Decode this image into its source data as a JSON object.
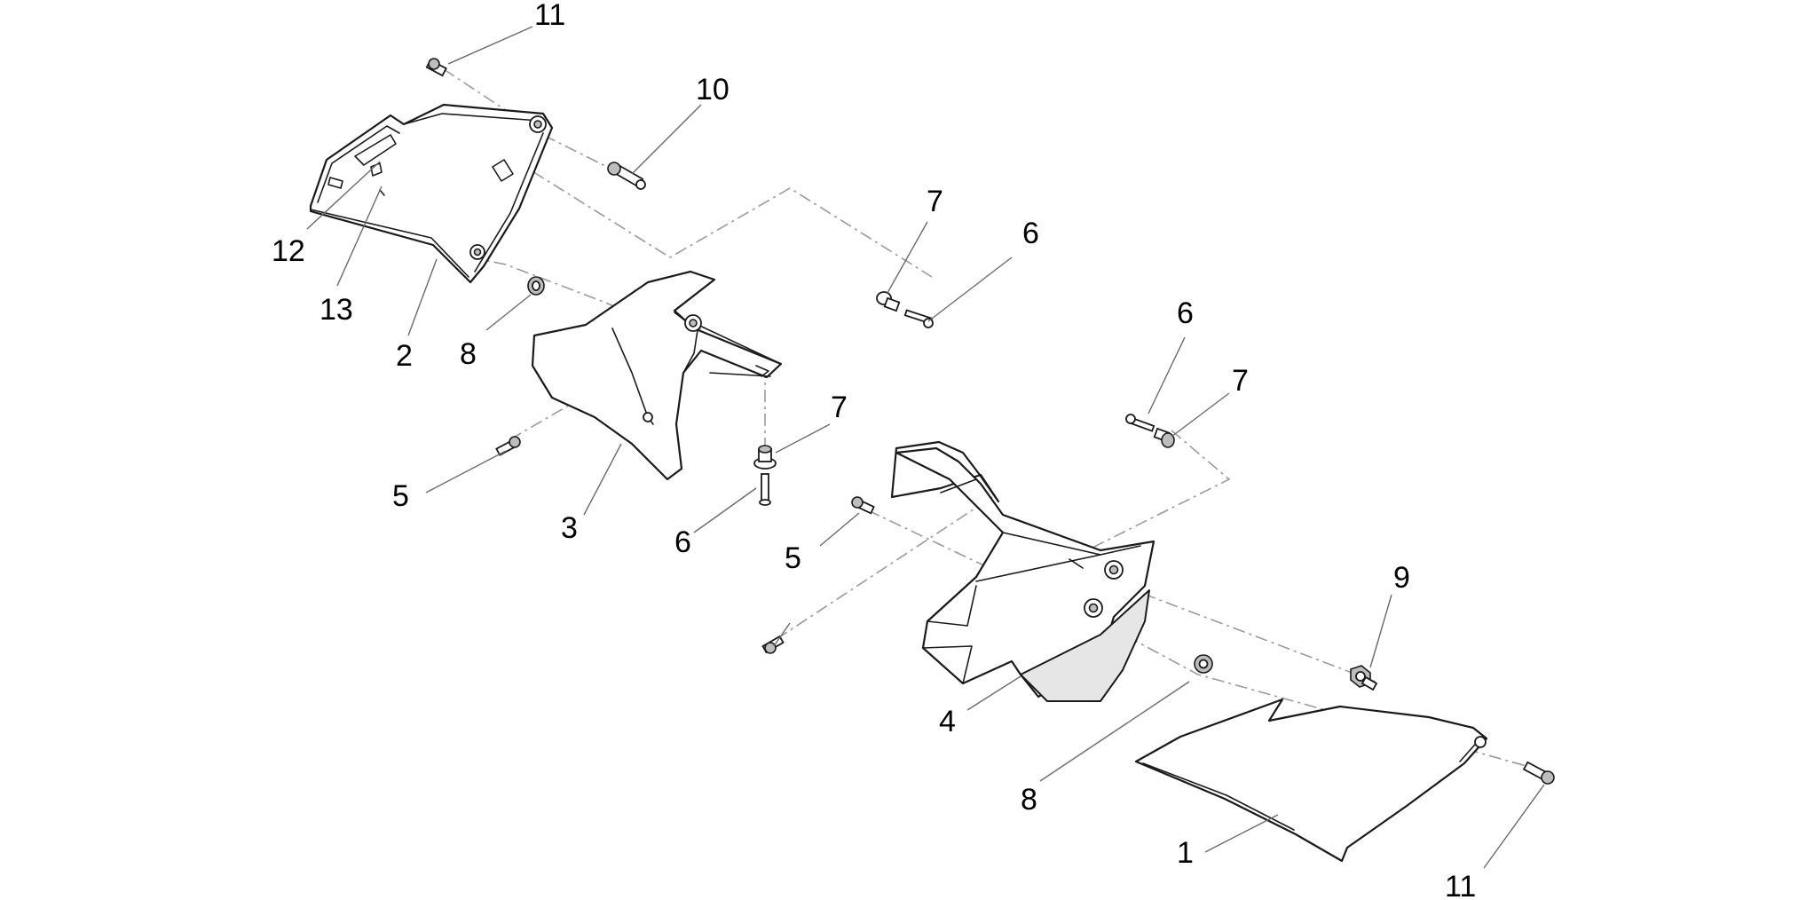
{
  "callouts": [
    {
      "id": "11a",
      "label": "11"
    },
    {
      "id": "10",
      "label": "10"
    },
    {
      "id": "7a",
      "label": "7"
    },
    {
      "id": "6a",
      "label": "6"
    },
    {
      "id": "12",
      "label": "12"
    },
    {
      "id": "13",
      "label": "13"
    },
    {
      "id": "2",
      "label": "2"
    },
    {
      "id": "8a",
      "label": "8"
    },
    {
      "id": "6b",
      "label": "6"
    },
    {
      "id": "7b",
      "label": "7"
    },
    {
      "id": "7c",
      "label": "7"
    },
    {
      "id": "5a",
      "label": "5"
    },
    {
      "id": "3",
      "label": "3"
    },
    {
      "id": "6c",
      "label": "6"
    },
    {
      "id": "5b",
      "label": "5"
    },
    {
      "id": "9",
      "label": "9"
    },
    {
      "id": "4",
      "label": "4"
    },
    {
      "id": "8b",
      "label": "8"
    },
    {
      "id": "1",
      "label": "1"
    },
    {
      "id": "11b",
      "label": "11"
    }
  ]
}
